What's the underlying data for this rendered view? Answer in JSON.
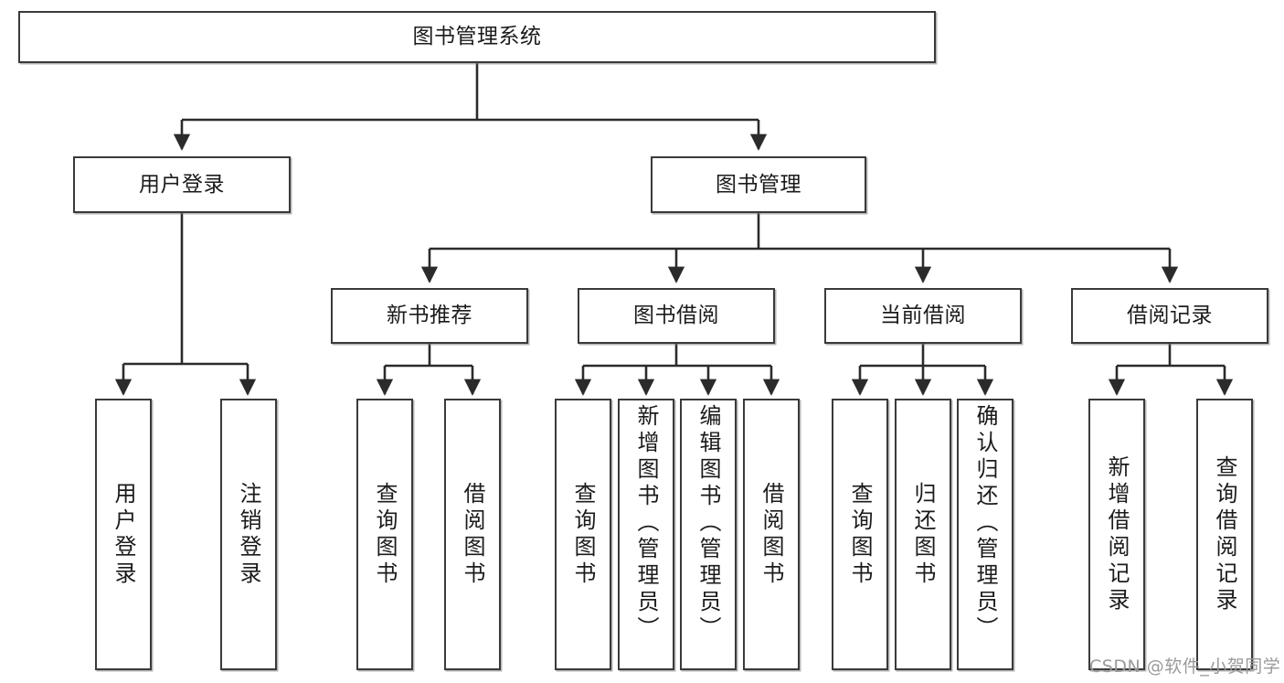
{
  "diagram": {
    "type": "tree-hierarchy-chart",
    "title": "图书管理系统",
    "watermark": "CSDN @软件_小贺同学",
    "colors": {
      "box_border": "#3a3a3a",
      "box_fill": "#ffffff",
      "connector": "#2b2b2b",
      "text": "#1b1b1b",
      "watermark": "#9a9a9a"
    },
    "levels": {
      "root": {
        "label": "图书管理系统"
      },
      "level2": [
        {
          "label": "用户登录"
        },
        {
          "label": "图书管理"
        }
      ],
      "level3": [
        {
          "label": "新书推荐"
        },
        {
          "label": "图书借阅"
        },
        {
          "label": "当前借阅"
        },
        {
          "label": "借阅记录"
        }
      ],
      "leaves": {
        "user_login": [
          {
            "label": "用户登录"
          },
          {
            "label": "注销登录"
          }
        ],
        "new_book_recommend": [
          {
            "label": "查询图书"
          },
          {
            "label": "借阅图书"
          }
        ],
        "book_borrow": [
          {
            "label": "查询图书"
          },
          {
            "label": "新增图书（管理员）"
          },
          {
            "label": "编辑图书（管理员）"
          },
          {
            "label": "借阅图书"
          }
        ],
        "current_borrow": [
          {
            "label": "查询图书"
          },
          {
            "label": "归还图书"
          },
          {
            "label": "确认归还（管理员）"
          }
        ],
        "borrow_record": [
          {
            "label": "新增借阅记录"
          },
          {
            "label": "查询借阅记录"
          }
        ]
      }
    }
  }
}
